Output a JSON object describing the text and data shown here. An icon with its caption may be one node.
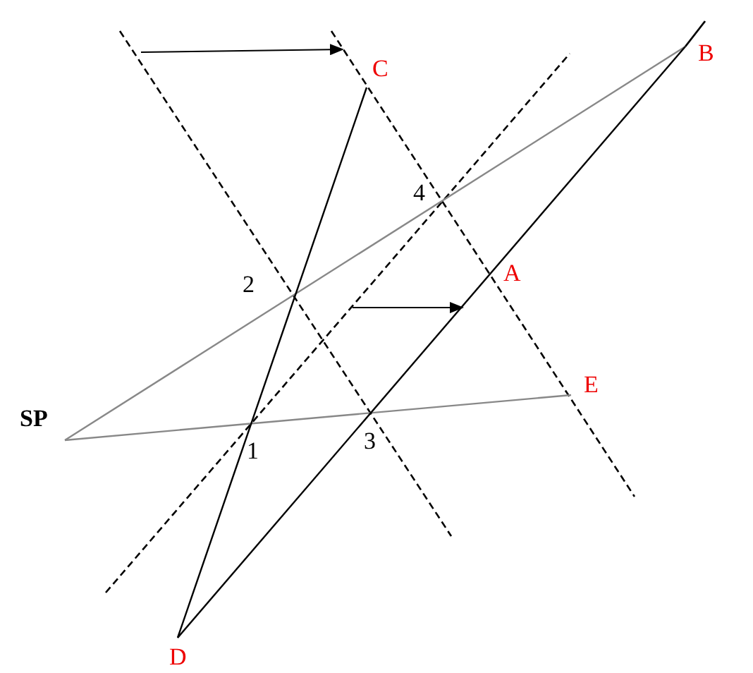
{
  "diagram": {
    "nodes": [
      {
        "text": [
          "SP"
        ]
      },
      {
        "text": [
          "C"
        ]
      },
      {
        "text": [
          "B"
        ]
      },
      {
        "text": [
          "E"
        ]
      },
      {
        "text": [
          "D"
        ]
      }
    ],
    "edges": [
      {
        "from": 0,
        "to": 2,
        "arrow": "none",
        "color": "#888888"
      },
      {
        "from": 0,
        "to": 3,
        "arrow": "none",
        "color": "#888888"
      },
      {
        "from": 4,
        "to": 1,
        "arrow": "none",
        "color": "#000000"
      },
      {
        "from": 4,
        "to": 2,
        "arrow": "none",
        "color": "#000000"
      }
    ],
    "labels": [
      "4",
      "A",
      "2",
      "1",
      "3"
    ]
  }
}
